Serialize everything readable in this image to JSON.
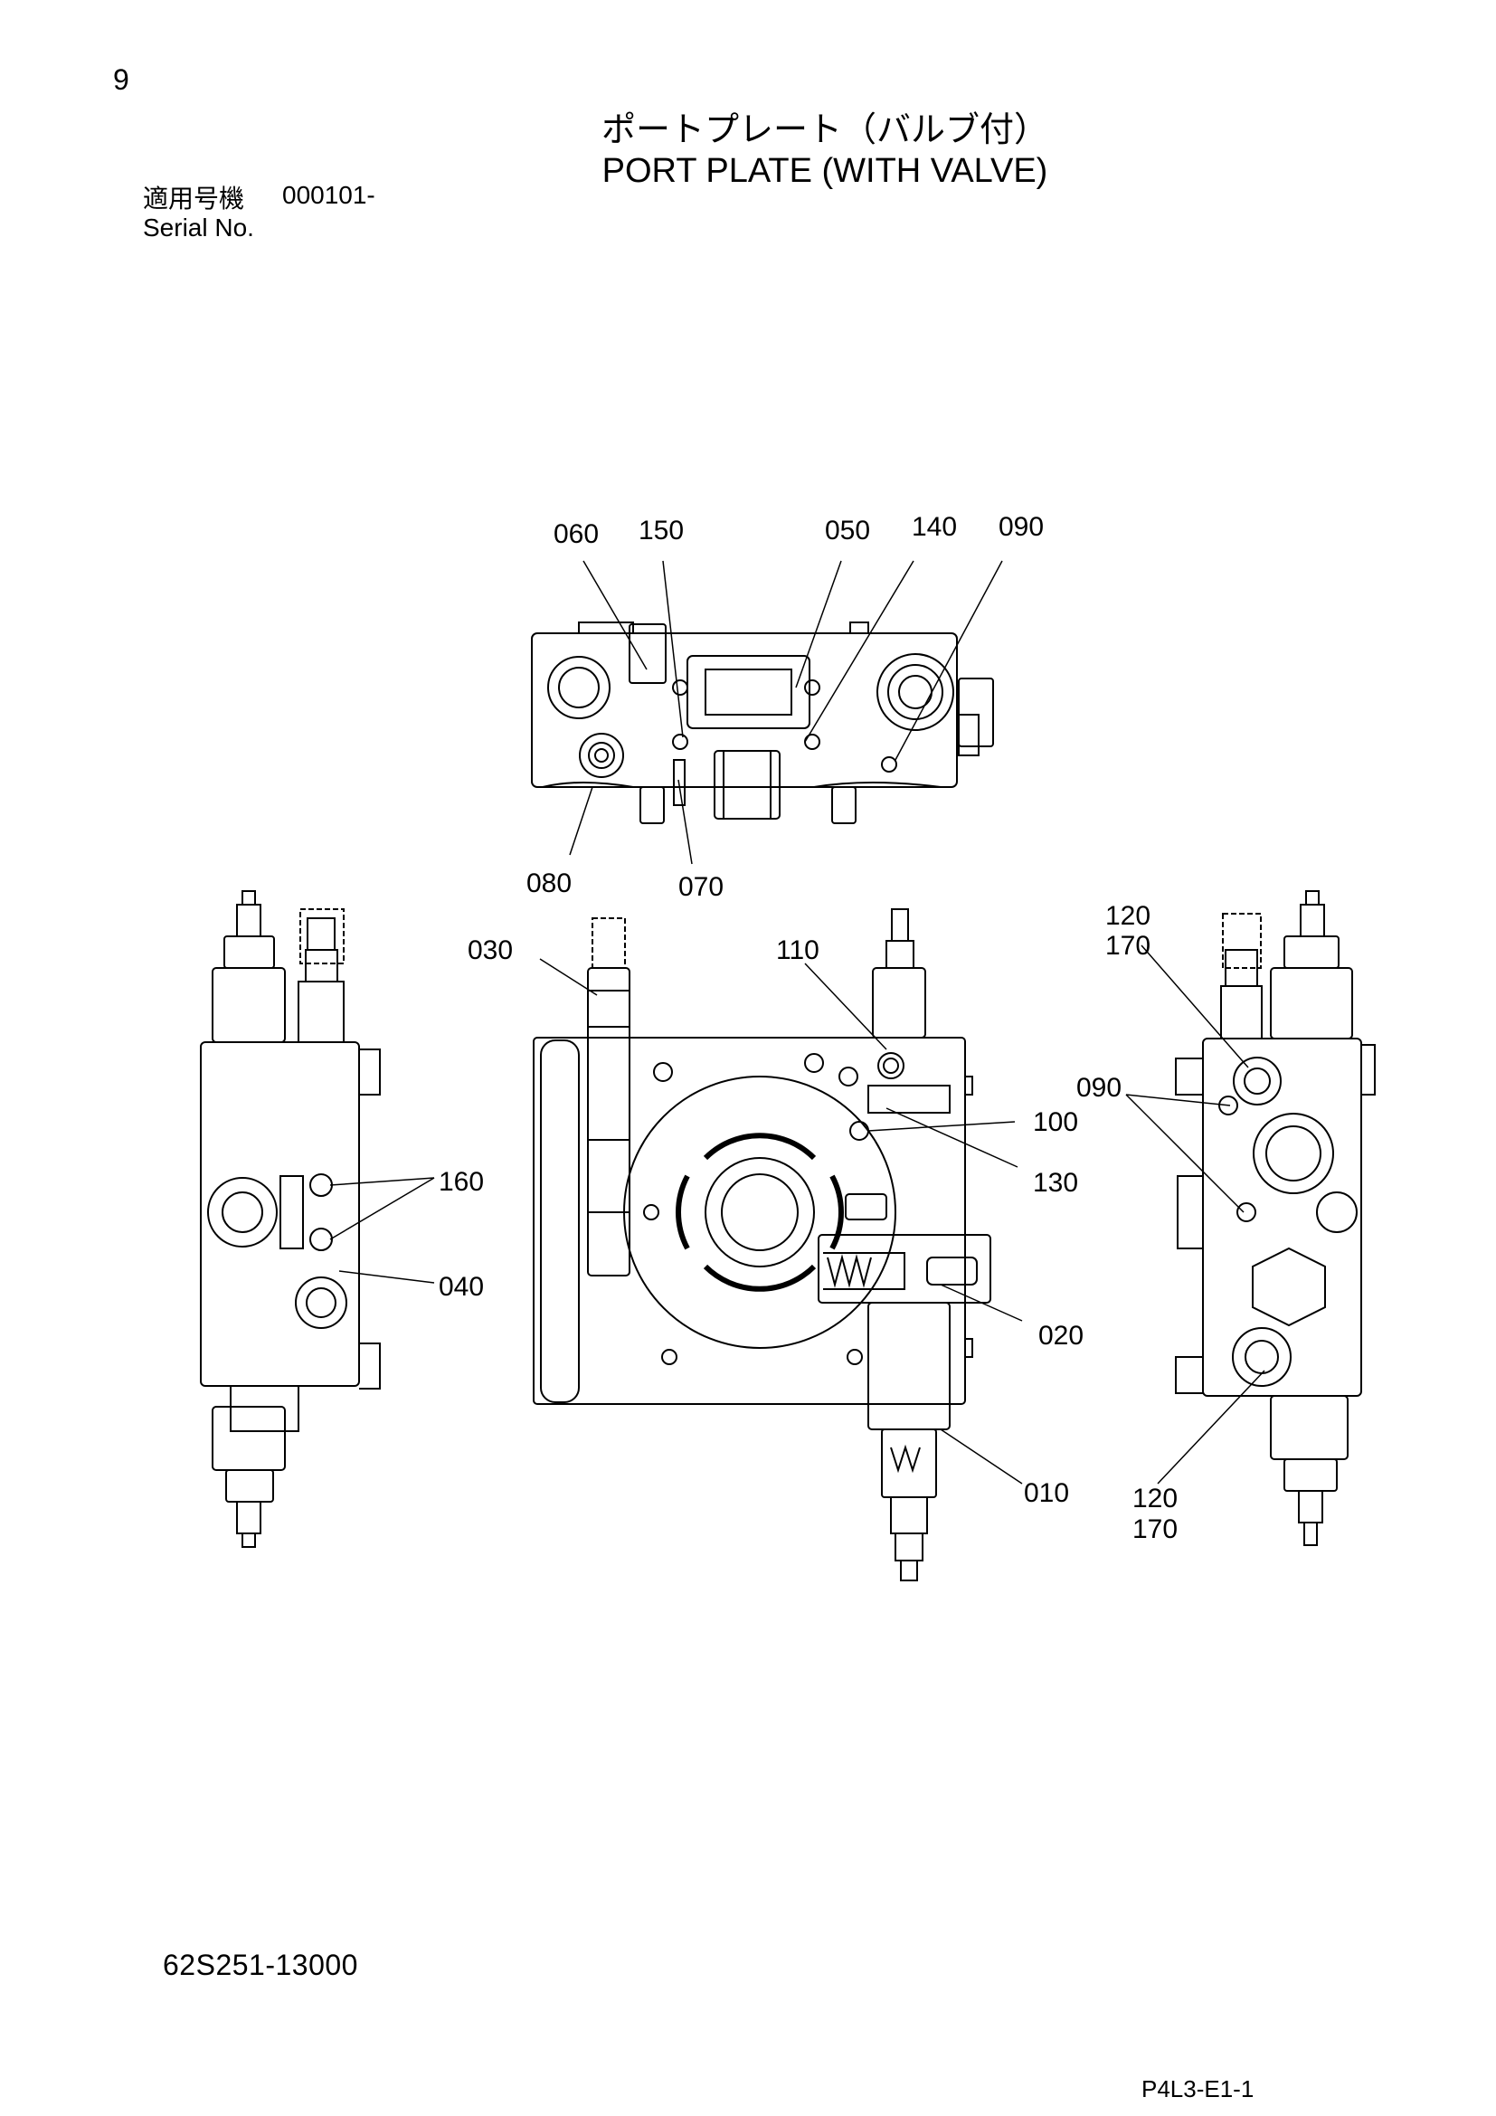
{
  "header": {
    "page_number": "9",
    "title_jp": "ポートプレート（バルブ付）",
    "title_en": "PORT PLATE (WITH VALVE)",
    "serial_label_jp": "適用号機",
    "serial_value": "000101-",
    "serial_label_en": "Serial No."
  },
  "callouts": {
    "c060": "060",
    "c150": "150",
    "c050": "050",
    "c140": "140",
    "c090_top": "090",
    "c080": "080",
    "c070": "070",
    "c030": "030",
    "c110": "110",
    "c120_top": "120",
    "c170_top": "170",
    "c090_right": "090",
    "c100": "100",
    "c130": "130",
    "c160": "160",
    "c040": "040",
    "c020": "020",
    "c010": "010",
    "c120_bot": "120",
    "c170_bot": "170"
  },
  "footer": {
    "drawing_number": "62S251-13000",
    "page_code": "P4L3-E1-1"
  }
}
